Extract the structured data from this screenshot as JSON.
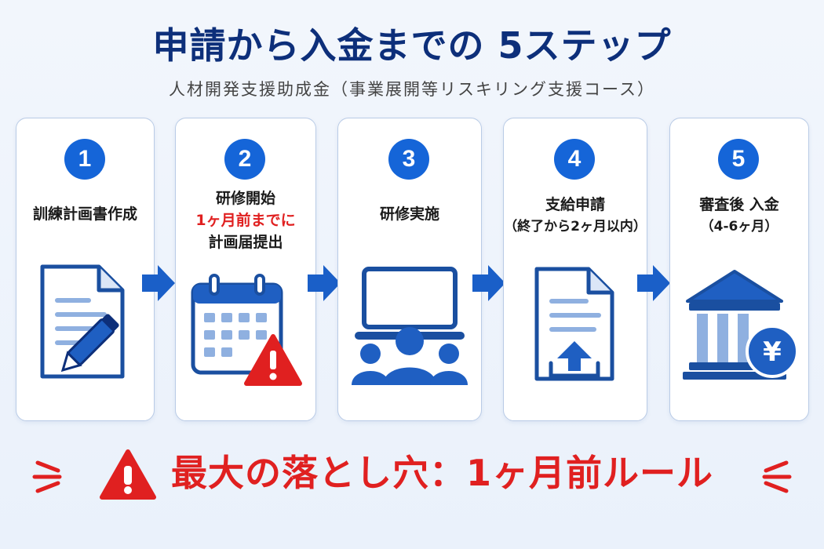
{
  "header": {
    "title": "申請から入金までの 5ステップ",
    "subtitle": "人材開発支援助成金（事業展開等リスキリング支援コース）"
  },
  "steps": [
    {
      "number": "1",
      "line1": "訓練計画書作成",
      "icon": "document-pen-icon"
    },
    {
      "number": "2",
      "line1": "研修開始",
      "line2_red": "1ヶ月前までに",
      "line3": "計画届提出",
      "icon": "calendar-warning-icon"
    },
    {
      "number": "3",
      "line1": "研修実施",
      "icon": "training-audience-icon"
    },
    {
      "number": "4",
      "line1": "支給申請",
      "note": "（終了から2ヶ月以内）",
      "icon": "document-upload-icon"
    },
    {
      "number": "5",
      "line1": "審査後 入金",
      "note": "（4-6ヶ月）",
      "icon": "bank-yen-icon"
    }
  ],
  "warning": {
    "text": "最大の落とし穴：1ヶ月前ルール",
    "icon": "warning-triangle-icon"
  },
  "colors": {
    "title": "#0d2f7a",
    "accent_blue": "#1565d8",
    "warning_red": "#e02020",
    "card_border": "#b9cbe6"
  }
}
